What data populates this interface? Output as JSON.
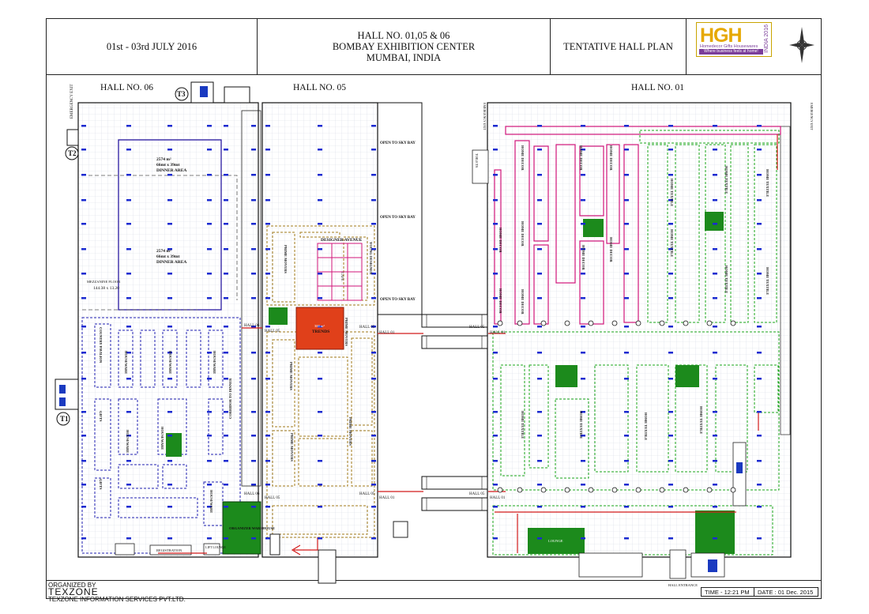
{
  "header": {
    "dates": "01st - 03rd JULY 2016",
    "venue_line1": "HALL NO. 01,05 & 06",
    "venue_line2": "BOMBAY EXHIBITION CENTER",
    "venue_line3": "MUMBAI, INDIA",
    "plan_title": "TENTATIVE HALL PLAN",
    "logo_text": "HGH",
    "logo_country": "INDIA 2016",
    "logo_sub": "Homedecor Gifts Housewares",
    "logo_tagline": "Where business feels at home!"
  },
  "halls": {
    "hall6": "HALL NO. 06",
    "hall5": "HALL NO. 05",
    "hall1": "HALL NO. 01"
  },
  "labels": {
    "emergency_exit": "EMERGENCY EXIT",
    "t1": "T1",
    "t2": "T2",
    "t3": "T3",
    "dinner_area_1_size": "2574 m²",
    "dinner_area_1_dims": "66mt x 39mt",
    "dinner_area_1": "DINNER AREA",
    "dinner_area_2_size": "2574 m²",
    "dinner_area_2_dims": "66mt x 39mt",
    "dinner_area_2": "DINNER AREA",
    "mezzanine": "MEZZANINE FLOOR",
    "mezzanine_dims": "144.38 x 13.20",
    "open_sky_1": "OPEN TO SKY BAY",
    "open_sky_2": "OPEN TO SKY BAY",
    "open_sky_3": "OPEN TO SKY BAY",
    "designer_avenue": "DESIGNER AVENUE",
    "young_designer": "YOUNG DESIGNER",
    "cafe": "CAFE",
    "prime_movers_1": "PRIME MOVERS",
    "prime_movers_2": "PRIME MOVERS",
    "prime_movers_3": "PRIME MOVERS",
    "prime_movers_4": "PRIME MOVERS",
    "prime_movers_5": "PRIME MOVERS",
    "trends_size": "300 m²",
    "trends": "TRENDS",
    "hall06_a": "HALL 06",
    "hall05_a": "HALL 05",
    "hall06_b": "HALL 06",
    "hall05_b": "HALL 05",
    "hall05_c": "HALL 05",
    "hall01_c": "HALL 01",
    "hall05_d": "HALL 05",
    "hall01_d": "HALL 01",
    "hall05_e": "HALL 05",
    "hall01_e": "HALL 01",
    "hall05_f": "HALL 05",
    "hall01_f": "HALL 01",
    "corridor": "CORRIDOR TO DINNER",
    "country_pavilion": "COUNTRY PAVILION",
    "housewares": [
      "HOUSEWARE",
      "HOUSEWARE",
      "HOUSEWARE",
      "HOUSEWARE",
      "HOUSEWARE",
      "HOUSEWARE"
    ],
    "gifts_1": "GIFTS",
    "gifts_2": "GIFTS",
    "organizer_warehouse": "ORGANIZER WAREHOUSE",
    "registration": "REGISTRATION",
    "lift_lounge": "LIFT LOUNGE",
    "home_decor": [
      "HOME DECOR",
      "HOME DECOR",
      "HOME DECOR",
      "HOME DECOR",
      "HOME DECOR",
      "HOME DECOR",
      "HOME DECOR",
      "HOME DECOR",
      "HOME DECOR"
    ],
    "home_textile": [
      "HOME TEXTILE",
      "HOME TEXTILE",
      "HOME TEXTILE",
      "HOME TEXTILE",
      "HOME TEXTILE",
      "HOME TEXTILE",
      "HOME TEXTILE",
      "HOME TEXTILE",
      "HOME TEXTILE",
      "HOME TEXTILE"
    ],
    "lounge": "LOUNGE",
    "emergency_exit_right": "EMERGENCY EXIT",
    "emergency_exit_right2": "EMERGENCY EXIT",
    "toilets": "TOILETS",
    "hall_entrance": "HALL ENTRANCE"
  },
  "colors": {
    "hall6": "#1f1fb0",
    "hall5": "#a07a1a",
    "hall1_green": "#1aa51a",
    "hall1_magenta": "#d0157a",
    "trends": "#e0401a",
    "lounge": "#1c8a1c",
    "grid": "#d8dde8",
    "blue_marker": "#1a2ad0",
    "red": "#d21a1a"
  },
  "footer": {
    "organized_by": "ORGANIZED BY",
    "brand": "TEXZONE",
    "company": "TEXZONE INFORMATION SERVICES PVT.LTD.",
    "time": "TIME  - 12:21 PM",
    "date": "DATE : 01 Dec. 2015"
  }
}
